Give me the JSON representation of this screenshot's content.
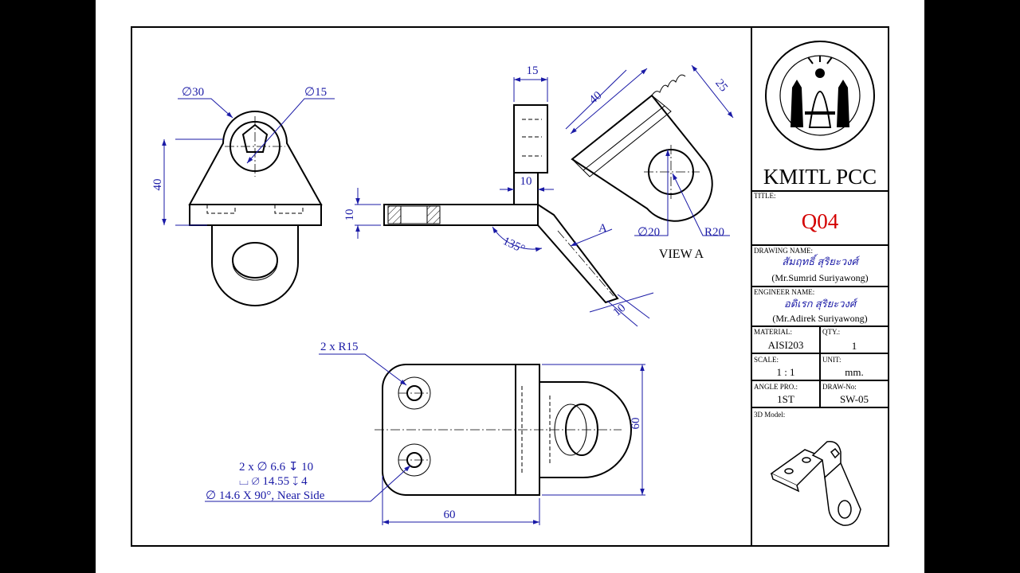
{
  "views": {
    "front": {
      "dim_hole_large": "∅30",
      "dim_hole_small": "∅15",
      "dim_height": "40",
      "dim_thickness": "10"
    },
    "side": {
      "dim_top": "15",
      "dim_web": "10",
      "dim_angle": "135°",
      "dim_leg": "10",
      "view_arrow": "A"
    },
    "aux": {
      "dim_length": "40",
      "dim_width": "25",
      "dim_hole": "∅20",
      "dim_radius": "R20",
      "label": "VIEW A"
    },
    "top": {
      "callout_radius": "2 x R15",
      "hole_note_line1": "2 x ∅ 6.6 ↧ 10",
      "hole_note_line2": "⌴ ∅ 14.55 ↧ 4",
      "hole_note_line3": "∅ 14.6 X 90°, Near Side",
      "dim_width": "60",
      "dim_height": "60"
    }
  },
  "title_block": {
    "school": "KMITL PCC",
    "title_label": "TITLE:",
    "title_value": "Q04",
    "drawing_name_label": "DRAWING NAME:",
    "drawing_name_signature": "สัมฤทธิ์ สุริยะวงศ์",
    "drawing_name_value": "(Mr.Sumrid Suriyawong)",
    "engineer_name_label": "ENGINEER NAME:",
    "engineer_name_signature": "อดิเรก สุริยะวงศ์",
    "engineer_name_value": "(Mr.Adirek Suriyawong)",
    "material_label": "MATERIAL:",
    "material_value": "AISI203",
    "qty_label": "QTY.:",
    "qty_value": "1",
    "scale_label": "SCALE:",
    "scale_value": "1 : 1",
    "unit_label": "UNIT:",
    "unit_value": "mm.",
    "angle_label": "ANGLE PRO.:",
    "angle_value": "1ST",
    "draw_no_label": "DRAW-No:",
    "draw_no_value": "SW-05",
    "model_label": "3D Model:"
  },
  "colors": {
    "dimension": "#1a1aa6",
    "title_value": "#d40000",
    "signature": "#1a1aa6"
  }
}
